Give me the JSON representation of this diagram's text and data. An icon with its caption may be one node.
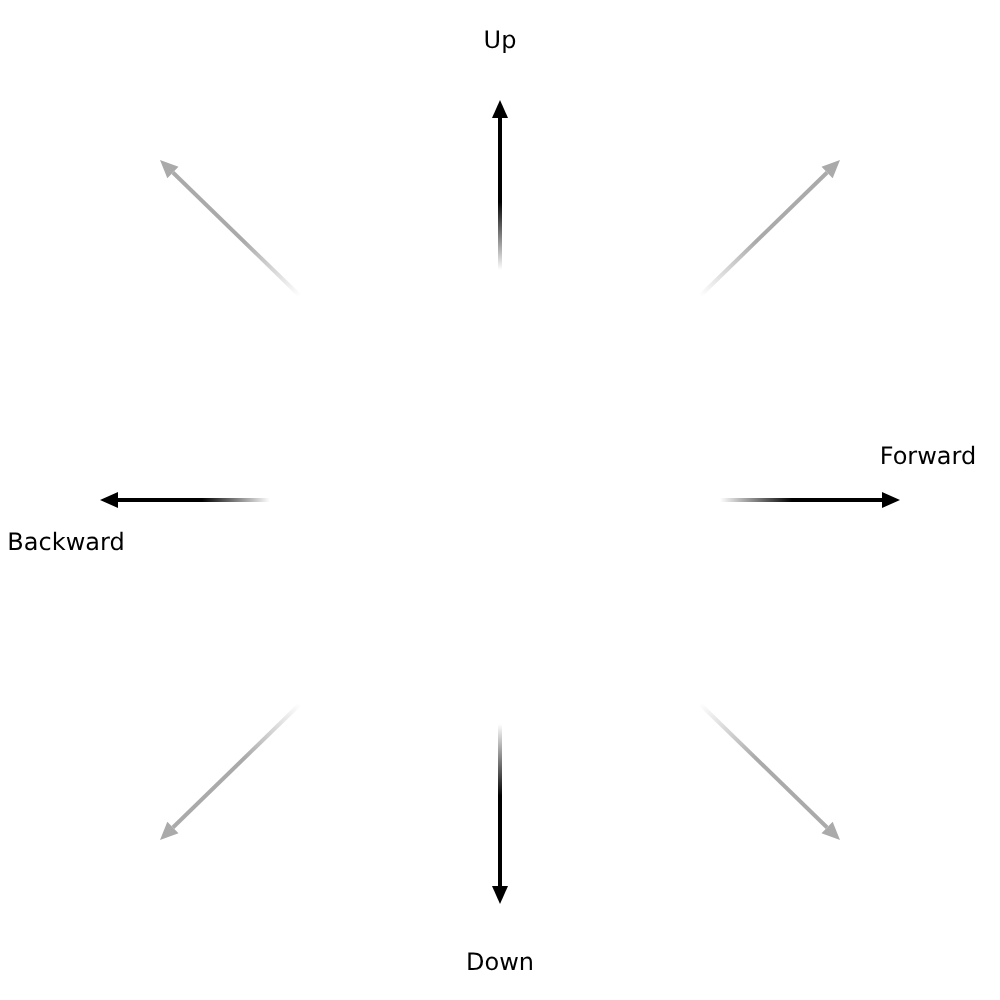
{
  "diagram": {
    "labels": [
      "Up",
      "Forward",
      "Backward",
      "Down"
    ]
  }
}
